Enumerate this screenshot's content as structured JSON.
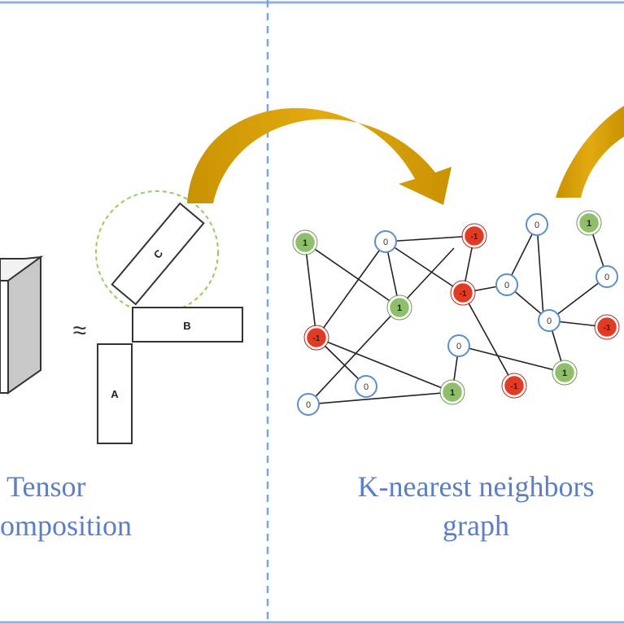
{
  "panels": {
    "tensor": {
      "caption_line1": "Tensor",
      "caption_line2": "omposition",
      "approx_symbol": "≈",
      "factors": {
        "a": "A",
        "b": "B",
        "c": "C"
      }
    },
    "knn": {
      "caption_line1": "K-nearest neighbors",
      "caption_line2": "graph",
      "node_labels": {
        "positive": "1",
        "zero": "0",
        "negative": "-1"
      }
    }
  },
  "colors": {
    "caption": "#5b7fc6",
    "arrow": "#d39c00",
    "positive_node": "#8fbf6a",
    "negative_node": "#e43a24",
    "zero_node_border": "#5b8fd0",
    "divider": "#8fb0e0",
    "highlight_circle": "#8fcf5a"
  }
}
